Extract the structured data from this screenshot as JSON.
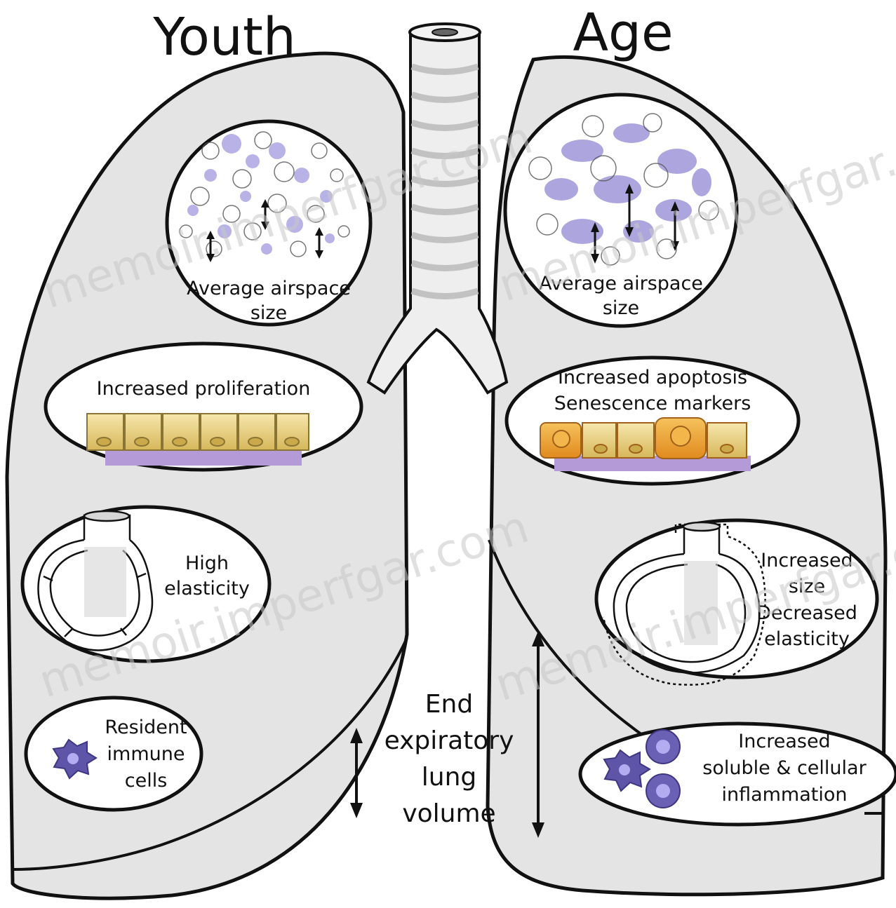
{
  "titles": {
    "left": "Youth",
    "right": "Age"
  },
  "youth": {
    "airspace": [
      "Average airspace",
      "size"
    ],
    "proliferation": "Increased proliferation",
    "elasticity": [
      "High",
      "elasticity"
    ],
    "immune": [
      "Resident",
      "immune",
      "cells"
    ]
  },
  "age": {
    "airspace": [
      "Average airspace",
      "size"
    ],
    "apoptosis": [
      "Increased apoptosis",
      "Senescence markers"
    ],
    "size_elasticity": [
      "Increased",
      "size",
      "Decreased",
      "elasticity"
    ],
    "inflammation": [
      "Increased",
      "soluble & cellular",
      "inflammation"
    ]
  },
  "center": {
    "volume": [
      "End",
      "expiratory",
      "lung",
      "volume"
    ]
  },
  "watermark": "memoir.imperfgar.com",
  "colors": {
    "lung_fill": "#e4e4e4",
    "outline": "#111111",
    "alveoli_purple": "#9f97d9",
    "epithelium_young": "#e8cf7a",
    "epithelium_old": "#e9a23a",
    "membrane": "#b59ad8",
    "immune_cell": "#5f55a8"
  }
}
